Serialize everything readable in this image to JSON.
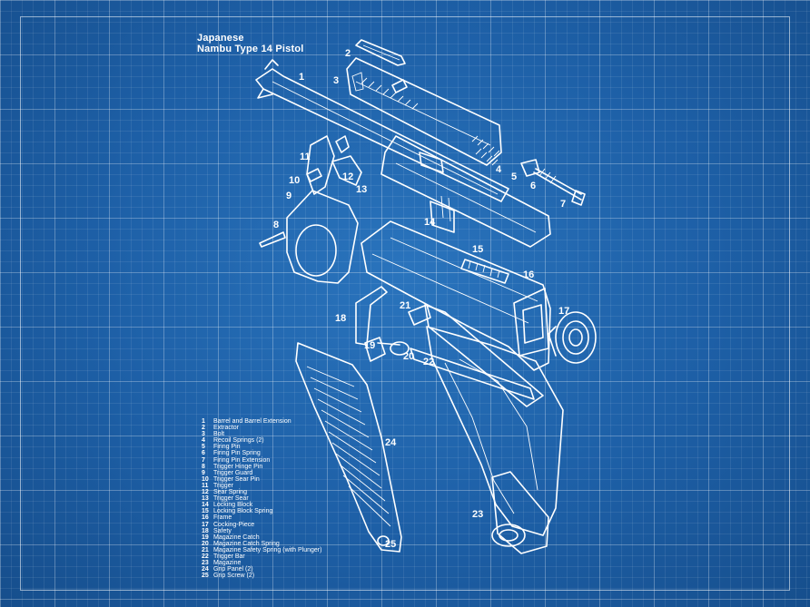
{
  "title": {
    "line1": "Japanese",
    "line2": "Nambu Type 14 Pistol"
  },
  "colors": {
    "background": "#1e63ab",
    "lines": "#ffffff"
  },
  "callouts": [
    "1",
    "2",
    "3",
    "4",
    "5",
    "6",
    "7",
    "8",
    "9",
    "10",
    "11",
    "12",
    "13",
    "14",
    "15",
    "16",
    "17",
    "18",
    "19",
    "20",
    "21",
    "22",
    "23",
    "24",
    "25"
  ],
  "parts_list": [
    {
      "no": "1",
      "name": "Barrel and Barrel Extension"
    },
    {
      "no": "2",
      "name": "Extractor"
    },
    {
      "no": "3",
      "name": "Bolt"
    },
    {
      "no": "4",
      "name": "Recoil Springs (2)"
    },
    {
      "no": "5",
      "name": "Firing Pin"
    },
    {
      "no": "6",
      "name": "Firing Pin Spring"
    },
    {
      "no": "7",
      "name": "Firing Pin Extension"
    },
    {
      "no": "8",
      "name": "Trigger Hinge Pin"
    },
    {
      "no": "9",
      "name": "Trigger Guard"
    },
    {
      "no": "10",
      "name": "Trigger Sear Pin"
    },
    {
      "no": "11",
      "name": "Trigger"
    },
    {
      "no": "12",
      "name": "Sear Spring"
    },
    {
      "no": "13",
      "name": "Trigger Sear"
    },
    {
      "no": "14",
      "name": "Locking Block"
    },
    {
      "no": "15",
      "name": "Locking Block Spring"
    },
    {
      "no": "16",
      "name": "Frame"
    },
    {
      "no": "17",
      "name": "Cocking-Piece"
    },
    {
      "no": "18",
      "name": "Safety"
    },
    {
      "no": "19",
      "name": "Magazine Catch"
    },
    {
      "no": "20",
      "name": "Magazine Catch Spring"
    },
    {
      "no": "21",
      "name": "Magazine Safety Spring (with Plunger)"
    },
    {
      "no": "22",
      "name": "Trigger Bar"
    },
    {
      "no": "23",
      "name": "Magazine"
    },
    {
      "no": "24",
      "name": "Grip Panel (2)"
    },
    {
      "no": "25",
      "name": "Grip Screw (2)"
    }
  ]
}
